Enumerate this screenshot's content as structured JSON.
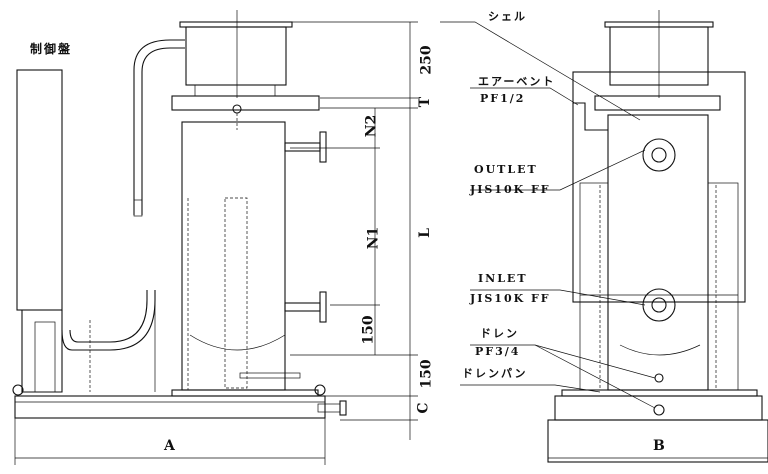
{
  "labels": {
    "control_panel": "制御盤",
    "shell": "シェル",
    "air_vent": "エアーベント",
    "air_vent_spec": "PF1/2",
    "outlet": "OUTLET",
    "outlet_spec": "JIS10K FF",
    "inlet": "INLET",
    "inlet_spec": "JIS10K FF",
    "drain": "ドレン",
    "drain_spec": "PF3/4",
    "drain_pan": "ドレンパン"
  },
  "dimensions": {
    "top": "250",
    "t": "T",
    "l": "L",
    "bottom_150": "150",
    "c": "C",
    "n2": "N2",
    "n1": "N1",
    "inner_150": "150",
    "a": "A",
    "b": "B"
  }
}
